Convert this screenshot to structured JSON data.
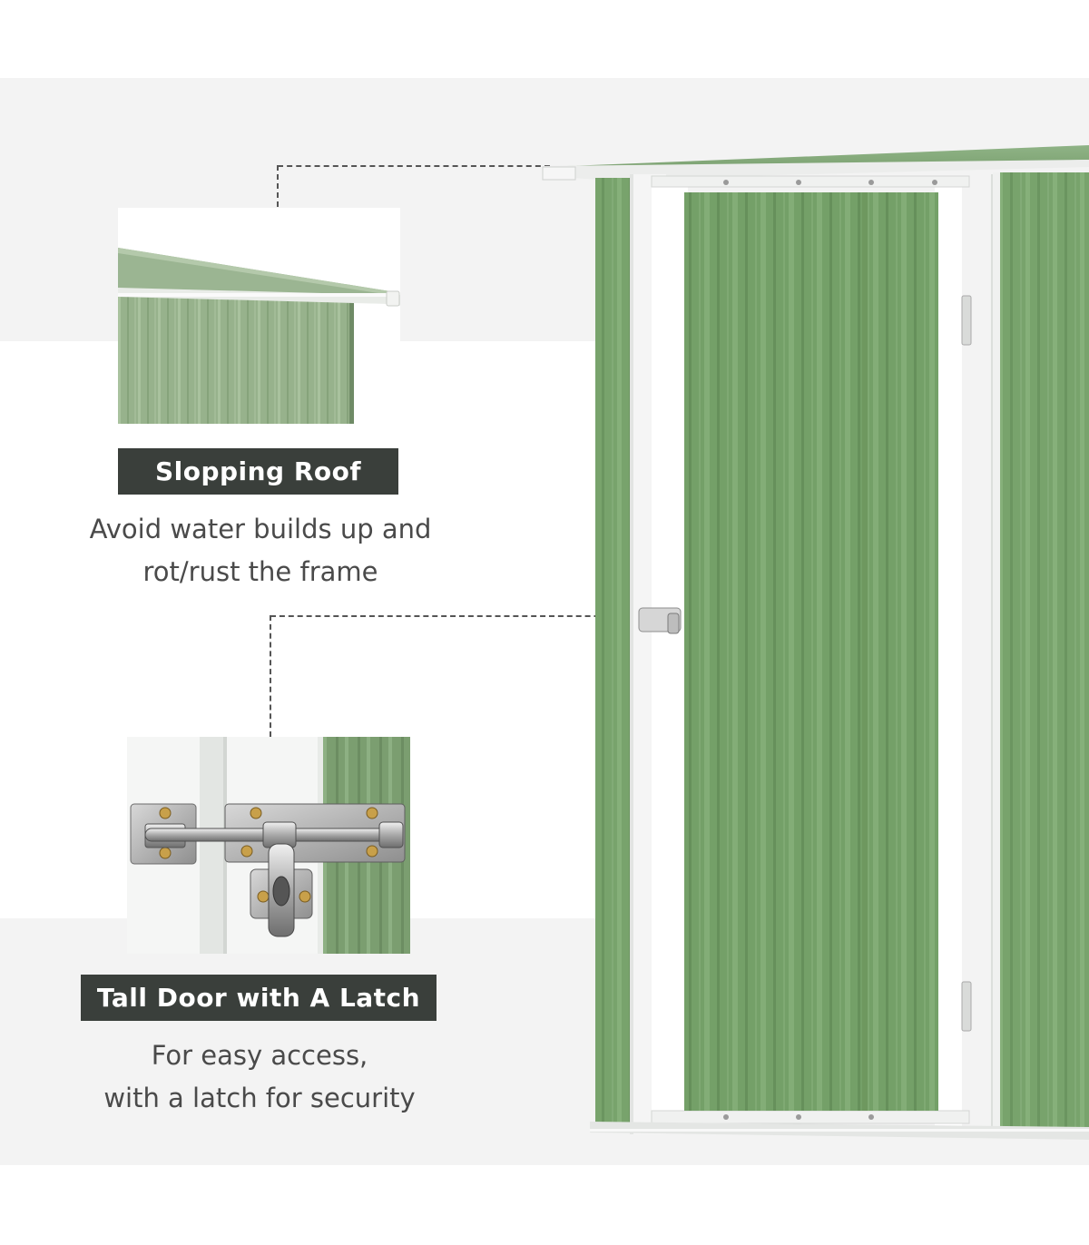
{
  "features": [
    {
      "title": "Slopping Roof",
      "description_lines": [
        "Avoid water builds up and",
        "rot/rust the frame"
      ]
    },
    {
      "title": "Tall Door with A Latch",
      "description_lines": [
        "For easy access,",
        "with a latch for security"
      ]
    }
  ],
  "colors": {
    "shed_green": "#7fa874",
    "label_bg": "#3a3f3b",
    "frame_white": "#f4f4f4"
  }
}
